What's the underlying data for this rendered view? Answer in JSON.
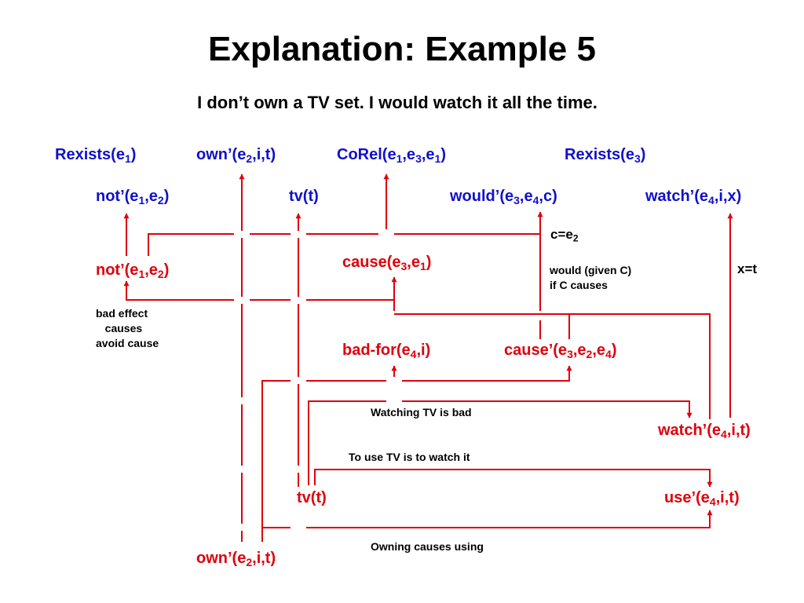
{
  "slide": {
    "title": "Explanation: Example 5",
    "subtitle": "I don’t own a TV set.  I would watch it all the time."
  },
  "colors": {
    "premise": "#1010cc",
    "derived": "#e0000c",
    "arrow": "#e0000c",
    "text": "#000000"
  },
  "top_row": [
    {
      "id": "rexists-e1",
      "parts": [
        [
          "Rexists(e",
          ""
        ],
        [
          "1",
          "sub"
        ],
        [
          ")",
          ""
        ]
      ]
    },
    {
      "id": "own-e2-top",
      "parts": [
        [
          "own’(e",
          ""
        ],
        [
          "2",
          "sub"
        ],
        [
          ",i,t)",
          ""
        ]
      ]
    },
    {
      "id": "corel",
      "parts": [
        [
          "CoRel(e",
          ""
        ],
        [
          "1",
          "sub"
        ],
        [
          ",e",
          ""
        ],
        [
          "3",
          "sub"
        ],
        [
          ",e",
          ""
        ],
        [
          "1",
          "sub"
        ],
        [
          ")",
          ""
        ]
      ]
    },
    {
      "id": "rexists-e3",
      "parts": [
        [
          "Rexists(e",
          ""
        ],
        [
          "3",
          "sub"
        ],
        [
          ")",
          ""
        ]
      ]
    }
  ],
  "second_row": [
    {
      "id": "not-e1-e2-top",
      "parts": [
        [
          "not’(e",
          ""
        ],
        [
          "1",
          "sub"
        ],
        [
          ",e",
          ""
        ],
        [
          "2",
          "sub"
        ],
        [
          ")",
          ""
        ]
      ]
    },
    {
      "id": "tv-top",
      "parts": [
        [
          "tv(t)",
          ""
        ]
      ]
    },
    {
      "id": "would",
      "parts": [
        [
          "would’(e",
          ""
        ],
        [
          "3",
          "sub"
        ],
        [
          ",e",
          ""
        ],
        [
          "4",
          "sub"
        ],
        [
          ",c)",
          ""
        ]
      ]
    },
    {
      "id": "watch-top",
      "parts": [
        [
          "watch’(e",
          ""
        ],
        [
          "4",
          "sub"
        ],
        [
          ",i,x)",
          ""
        ]
      ]
    }
  ],
  "derived": [
    {
      "id": "not-e1-e2-mid",
      "parts": [
        [
          "not’(e",
          ""
        ],
        [
          "1",
          "sub"
        ],
        [
          ",e",
          ""
        ],
        [
          "2",
          "sub"
        ],
        [
          ")",
          ""
        ]
      ]
    },
    {
      "id": "cause-e3-e1",
      "parts": [
        [
          "cause(e",
          ""
        ],
        [
          "3",
          "sub"
        ],
        [
          ",e",
          ""
        ],
        [
          "1",
          "sub"
        ],
        [
          ")",
          ""
        ]
      ]
    },
    {
      "id": "bad-for",
      "parts": [
        [
          "bad-for(e",
          ""
        ],
        [
          "4",
          "sub"
        ],
        [
          ",i)",
          ""
        ]
      ]
    },
    {
      "id": "cause-prime",
      "parts": [
        [
          "cause’(e",
          ""
        ],
        [
          "3",
          "sub"
        ],
        [
          ",e",
          ""
        ],
        [
          "2",
          "sub"
        ],
        [
          ",e",
          ""
        ],
        [
          "4",
          "sub"
        ],
        [
          ")",
          ""
        ]
      ]
    },
    {
      "id": "watch-mid",
      "parts": [
        [
          "watch’(e",
          ""
        ],
        [
          "4",
          "sub"
        ],
        [
          ",i,t)",
          ""
        ]
      ]
    },
    {
      "id": "tv-bottom",
      "parts": [
        [
          "tv(t)",
          ""
        ]
      ]
    },
    {
      "id": "use",
      "parts": [
        [
          "use’(e",
          ""
        ],
        [
          "4",
          "sub"
        ],
        [
          ",i,t)",
          ""
        ]
      ]
    },
    {
      "id": "own-bottom",
      "parts": [
        [
          "own’(e",
          ""
        ],
        [
          "2",
          "sub"
        ],
        [
          ",i,t)",
          ""
        ]
      ]
    }
  ],
  "notes": {
    "c_eq_e2": [
      [
        "c=e",
        ""
      ],
      [
        "2",
        "sub"
      ]
    ],
    "would_given": "would (given C)\nif C causes",
    "x_eq_t": "x=t",
    "bad_effect": "bad effect\n   causes\navoid cause",
    "watching_bad": "Watching TV is bad",
    "use_tv": "To use TV is to watch it",
    "owning": "Owning causes using"
  }
}
